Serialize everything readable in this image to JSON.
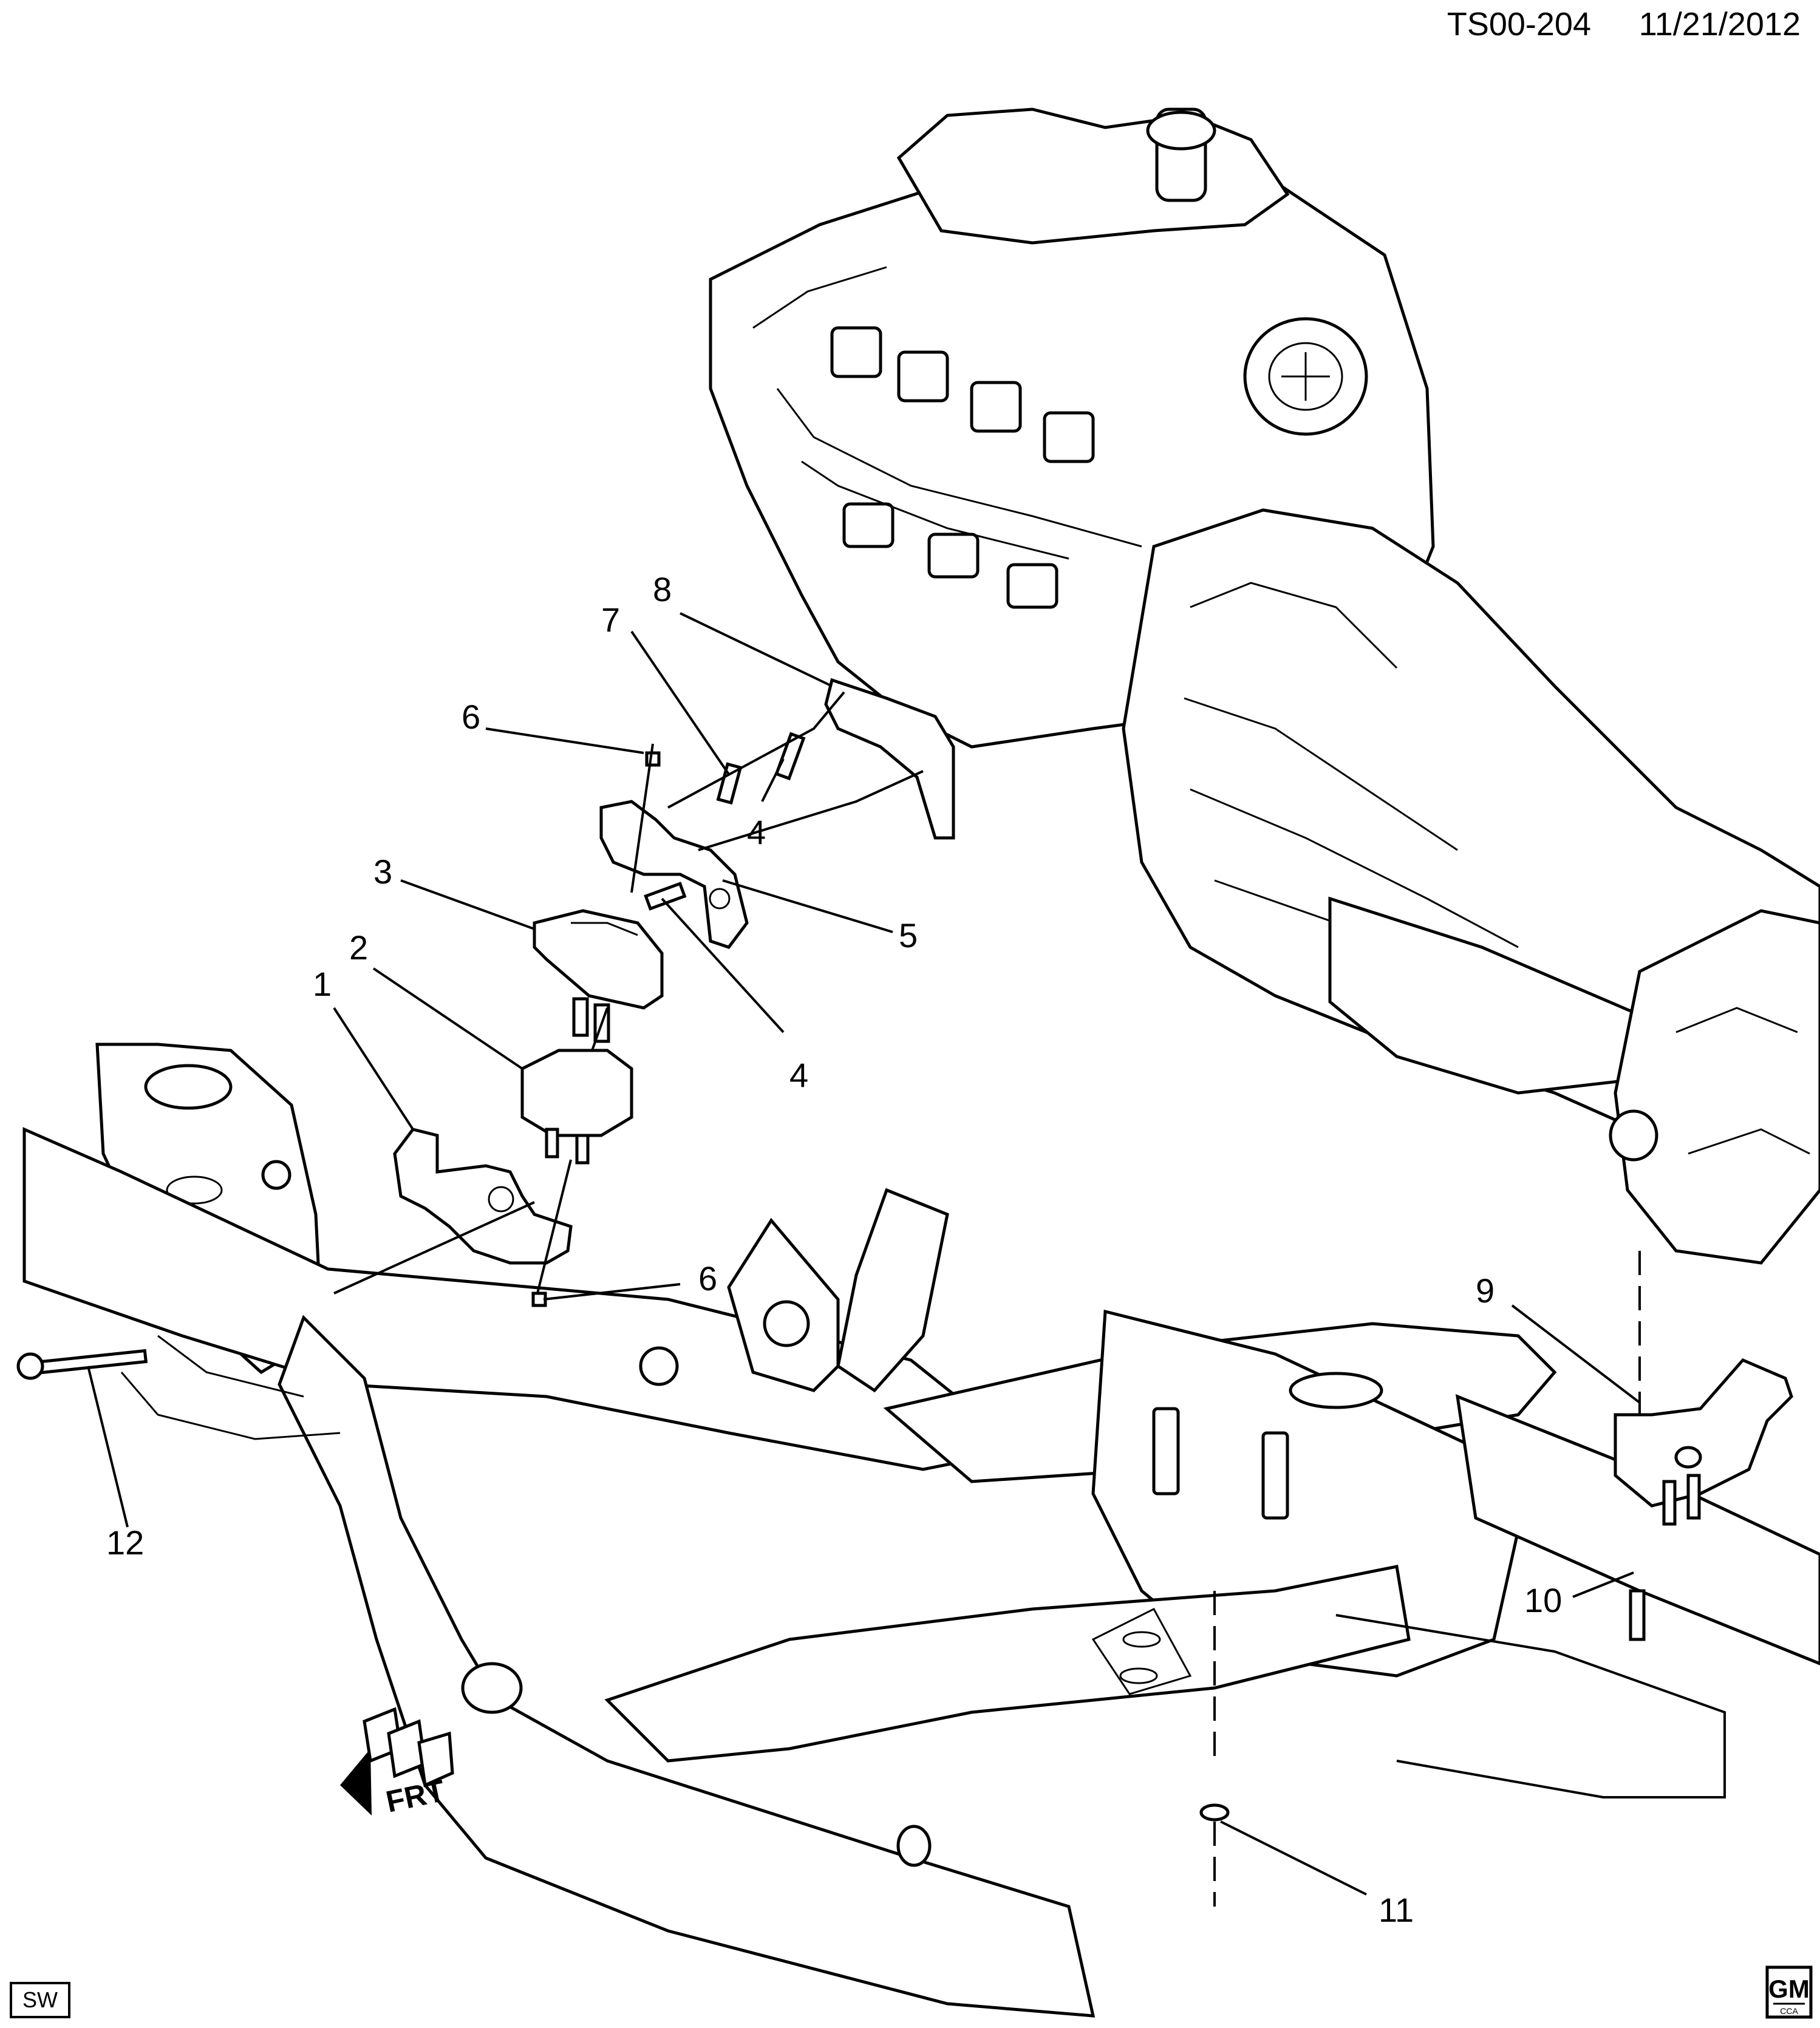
{
  "header": {
    "code": "TS00-204",
    "date": "11/21/2012"
  },
  "callouts": [
    "1",
    "2",
    "3",
    "4",
    "4",
    "5",
    "6",
    "6",
    "7",
    "8",
    "9",
    "10",
    "11",
    "12"
  ],
  "badges": {
    "left": "SW",
    "logo_text": "GM",
    "logo_sub": "CCA"
  },
  "arrow": {
    "label": "FRT"
  },
  "icons": [
    "front-direction-arrow-icon",
    "gm-logo"
  ]
}
